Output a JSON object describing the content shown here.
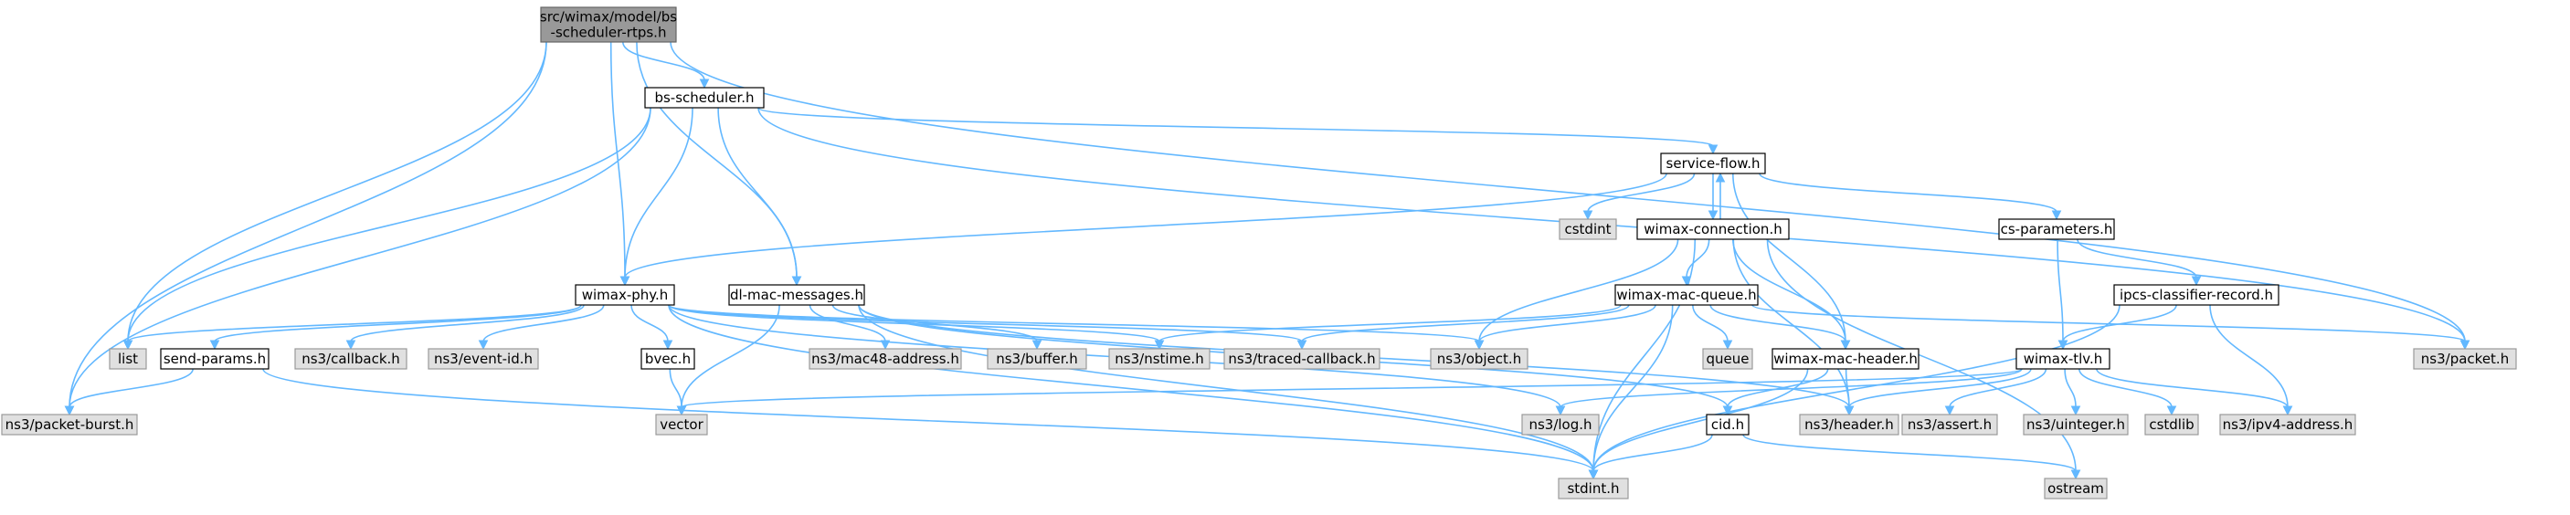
{
  "colors": {
    "root_fill": "#999999",
    "root_stroke": "#666666",
    "documented_fill": "#ffffff",
    "documented_stroke": "#000000",
    "external_fill": "#e0e0e0",
    "external_stroke": "#999999",
    "edge": "#63b8ff"
  },
  "nodes": [
    {
      "id": "root",
      "lines": [
        "src/wimax/model/bs",
        "-scheduler-rtps.h"
      ],
      "kind": "root"
    },
    {
      "id": "bs_scheduler",
      "lines": [
        "bs-scheduler.h"
      ],
      "kind": "documented"
    },
    {
      "id": "service_flow",
      "lines": [
        "service-flow.h"
      ],
      "kind": "documented"
    },
    {
      "id": "cstdint",
      "lines": [
        "cstdint"
      ],
      "kind": "external"
    },
    {
      "id": "wimax_connection",
      "lines": [
        "wimax-connection.h"
      ],
      "kind": "documented"
    },
    {
      "id": "cs_parameters",
      "lines": [
        "cs-parameters.h"
      ],
      "kind": "documented"
    },
    {
      "id": "wimax_phy",
      "lines": [
        "wimax-phy.h"
      ],
      "kind": "documented"
    },
    {
      "id": "dl_mac_messages",
      "lines": [
        "dl-mac-messages.h"
      ],
      "kind": "documented"
    },
    {
      "id": "wimax_mac_queue",
      "lines": [
        "wimax-mac-queue.h"
      ],
      "kind": "documented"
    },
    {
      "id": "ipcs_classifier_record",
      "lines": [
        "ipcs-classifier-record.h"
      ],
      "kind": "documented"
    },
    {
      "id": "list",
      "lines": [
        "list"
      ],
      "kind": "external"
    },
    {
      "id": "send_params",
      "lines": [
        "send-params.h"
      ],
      "kind": "documented"
    },
    {
      "id": "ns3_callback",
      "lines": [
        "ns3/callback.h"
      ],
      "kind": "external"
    },
    {
      "id": "ns3_event_id",
      "lines": [
        "ns3/event-id.h"
      ],
      "kind": "external"
    },
    {
      "id": "bvec",
      "lines": [
        "bvec.h"
      ],
      "kind": "documented"
    },
    {
      "id": "ns3_mac48",
      "lines": [
        "ns3/mac48-address.h"
      ],
      "kind": "external"
    },
    {
      "id": "ns3_buffer",
      "lines": [
        "ns3/buffer.h"
      ],
      "kind": "external"
    },
    {
      "id": "ns3_nstime",
      "lines": [
        "ns3/nstime.h"
      ],
      "kind": "external"
    },
    {
      "id": "ns3_traced_callback",
      "lines": [
        "ns3/traced-callback.h"
      ],
      "kind": "external"
    },
    {
      "id": "ns3_object",
      "lines": [
        "ns3/object.h"
      ],
      "kind": "external"
    },
    {
      "id": "queue",
      "lines": [
        "queue"
      ],
      "kind": "external"
    },
    {
      "id": "wimax_mac_header",
      "lines": [
        "wimax-mac-header.h"
      ],
      "kind": "documented"
    },
    {
      "id": "wimax_tlv",
      "lines": [
        "wimax-tlv.h"
      ],
      "kind": "documented"
    },
    {
      "id": "ns3_packet",
      "lines": [
        "ns3/packet.h"
      ],
      "kind": "external"
    },
    {
      "id": "ns3_packet_burst",
      "lines": [
        "ns3/packet-burst.h"
      ],
      "kind": "external"
    },
    {
      "id": "vector",
      "lines": [
        "vector"
      ],
      "kind": "external"
    },
    {
      "id": "ns3_log",
      "lines": [
        "ns3/log.h"
      ],
      "kind": "external"
    },
    {
      "id": "cid",
      "lines": [
        "cid.h"
      ],
      "kind": "documented"
    },
    {
      "id": "ns3_header",
      "lines": [
        "ns3/header.h"
      ],
      "kind": "external"
    },
    {
      "id": "ns3_assert",
      "lines": [
        "ns3/assert.h"
      ],
      "kind": "external"
    },
    {
      "id": "ns3_uinteger",
      "lines": [
        "ns3/uinteger.h"
      ],
      "kind": "external"
    },
    {
      "id": "cstdlib",
      "lines": [
        "cstdlib"
      ],
      "kind": "external"
    },
    {
      "id": "ns3_ipv4_address",
      "lines": [
        "ns3/ipv4-address.h"
      ],
      "kind": "external"
    },
    {
      "id": "stdint",
      "lines": [
        "stdint.h"
      ],
      "kind": "external"
    },
    {
      "id": "ostream",
      "lines": [
        "ostream"
      ],
      "kind": "external"
    }
  ],
  "edges": [
    [
      "root",
      "bs_scheduler"
    ],
    [
      "root",
      "list"
    ],
    [
      "root",
      "ns3_packet_burst"
    ],
    [
      "root",
      "wimax_phy"
    ],
    [
      "root",
      "dl_mac_messages"
    ],
    [
      "root",
      "ns3_packet"
    ],
    [
      "bs_scheduler",
      "service_flow"
    ],
    [
      "bs_scheduler",
      "wimax_phy"
    ],
    [
      "bs_scheduler",
      "dl_mac_messages"
    ],
    [
      "bs_scheduler",
      "list"
    ],
    [
      "bs_scheduler",
      "ns3_packet_burst"
    ],
    [
      "bs_scheduler",
      "ns3_packet"
    ],
    [
      "service_flow",
      "cstdint"
    ],
    [
      "service_flow",
      "wimax_connection"
    ],
    [
      "service_flow",
      "cs_parameters"
    ],
    [
      "service_flow",
      "wimax_phy"
    ],
    [
      "service_flow",
      "wimax_mac_header"
    ],
    [
      "wimax_connection",
      "service_flow"
    ],
    [
      "wimax_connection",
      "wimax_mac_queue"
    ],
    [
      "wimax_connection",
      "wimax_mac_header"
    ],
    [
      "wimax_connection",
      "ns3_object"
    ],
    [
      "wimax_connection",
      "stdint"
    ],
    [
      "wimax_connection",
      "ostream"
    ],
    [
      "wimax_connection",
      "ns3_header"
    ],
    [
      "cs_parameters",
      "ipcs_classifier_record"
    ],
    [
      "cs_parameters",
      "wimax_tlv"
    ],
    [
      "ipcs_classifier_record",
      "wimax_tlv"
    ],
    [
      "ipcs_classifier_record",
      "ns3_ipv4_address"
    ],
    [
      "ipcs_classifier_record",
      "stdint"
    ],
    [
      "wimax_phy",
      "list"
    ],
    [
      "wimax_phy",
      "send_params"
    ],
    [
      "wimax_phy",
      "ns3_callback"
    ],
    [
      "wimax_phy",
      "ns3_event_id"
    ],
    [
      "wimax_phy",
      "bvec"
    ],
    [
      "wimax_phy",
      "ns3_nstime"
    ],
    [
      "wimax_phy",
      "ns3_traced_callback"
    ],
    [
      "wimax_phy",
      "ns3_object"
    ],
    [
      "wimax_phy",
      "ns3_log"
    ],
    [
      "wimax_phy",
      "stdint"
    ],
    [
      "dl_mac_messages",
      "ns3_mac48"
    ],
    [
      "dl_mac_messages",
      "ns3_buffer"
    ],
    [
      "dl_mac_messages",
      "vector"
    ],
    [
      "dl_mac_messages",
      "stdint"
    ],
    [
      "dl_mac_messages",
      "cid"
    ],
    [
      "dl_mac_messages",
      "ns3_header"
    ],
    [
      "wimax_mac_queue",
      "ns3_nstime"
    ],
    [
      "wimax_mac_queue",
      "ns3_traced_callback"
    ],
    [
      "wimax_mac_queue",
      "ns3_object"
    ],
    [
      "wimax_mac_queue",
      "queue"
    ],
    [
      "wimax_mac_queue",
      "wimax_mac_header"
    ],
    [
      "wimax_mac_queue",
      "ns3_packet"
    ],
    [
      "wimax_mac_queue",
      "stdint"
    ],
    [
      "wimax_mac_header",
      "cid"
    ],
    [
      "wimax_mac_header",
      "ns3_header"
    ],
    [
      "wimax_mac_header",
      "stdint"
    ],
    [
      "wimax_tlv",
      "vector"
    ],
    [
      "wimax_tlv",
      "ns3_log"
    ],
    [
      "wimax_tlv",
      "ns3_header"
    ],
    [
      "wimax_tlv",
      "ns3_assert"
    ],
    [
      "wimax_tlv",
      "ns3_uinteger"
    ],
    [
      "wimax_tlv",
      "cstdlib"
    ],
    [
      "wimax_tlv",
      "ns3_ipv4_address"
    ],
    [
      "send_params",
      "ns3_packet_burst"
    ],
    [
      "send_params",
      "stdint"
    ],
    [
      "bvec",
      "vector"
    ],
    [
      "cid",
      "stdint"
    ],
    [
      "cid",
      "ostream"
    ]
  ]
}
